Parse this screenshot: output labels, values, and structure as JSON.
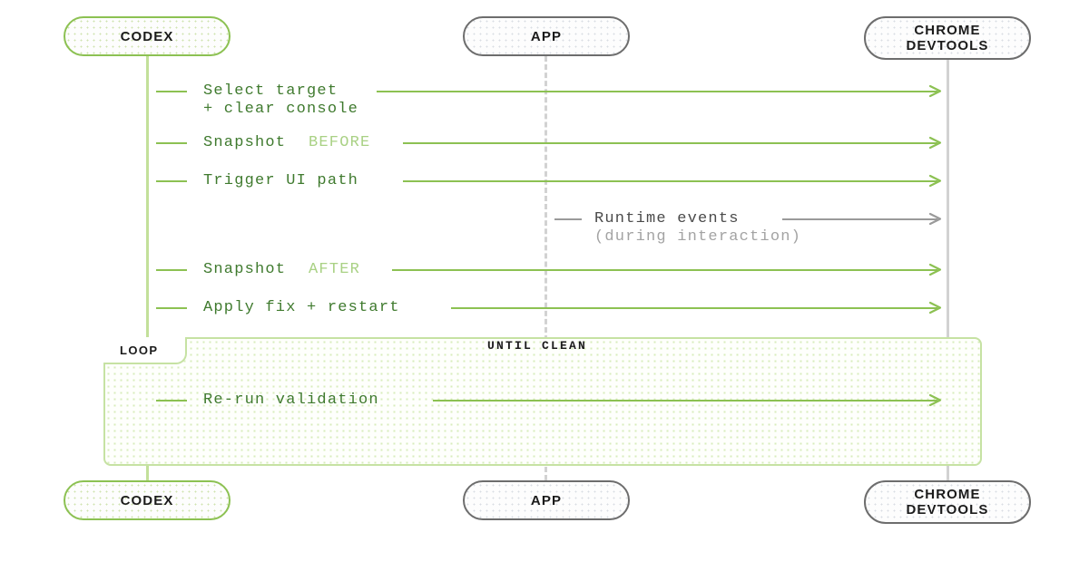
{
  "diagram": {
    "type": "sequence-diagram",
    "title": "",
    "actors": [
      {
        "id": "codex",
        "label": "CODEX",
        "style": "green",
        "lifeline": "solid-green"
      },
      {
        "id": "app",
        "label": "APP",
        "style": "grey",
        "lifeline": "dashed-grey"
      },
      {
        "id": "devtools",
        "label": "CHROME\nDEVTOOLS",
        "style": "grey",
        "lifeline": "solid-grey"
      }
    ],
    "messages": [
      {
        "id": "select-target",
        "from": "codex",
        "to": "devtools",
        "text_primary": "Select target",
        "text_secondary": "+ clear console",
        "color": "green"
      },
      {
        "id": "snapshot-before",
        "from": "codex",
        "to": "devtools",
        "text_primary": "Snapshot",
        "text_accent": "BEFORE",
        "color": "green"
      },
      {
        "id": "trigger-ui-path",
        "from": "codex",
        "to": "devtools",
        "text_primary": "Trigger UI path",
        "color": "green"
      },
      {
        "id": "runtime-events",
        "from": "app",
        "to": "devtools",
        "text_primary": "Runtime events",
        "text_secondary": "(during interaction)",
        "color": "grey"
      },
      {
        "id": "snapshot-after",
        "from": "codex",
        "to": "devtools",
        "text_primary": "Snapshot",
        "text_accent": "AFTER",
        "color": "green"
      },
      {
        "id": "apply-fix-restart",
        "from": "codex",
        "to": "devtools",
        "text_primary": "Apply fix + restart",
        "color": "green"
      }
    ],
    "loop": {
      "tab_label": "LOOP",
      "condition": "UNTIL CLEAN",
      "messages": [
        {
          "id": "re-run-validation",
          "from": "codex",
          "to": "devtools",
          "text_primary": "Re-run validation",
          "color": "green"
        }
      ]
    },
    "colors": {
      "green_border": "#8cc152",
      "green_lifeline": "#c3e09a",
      "green_text_dark": "#3f7a2e",
      "green_text_light": "#a9d184",
      "grey_border": "#6d6d6d",
      "grey_lifeline": "#d2d2d2",
      "grey_text_dark": "#4a4a4a",
      "grey_text_light": "#a3a3a3",
      "loop_fill": "#fefffc",
      "background": "#ffffff"
    }
  }
}
